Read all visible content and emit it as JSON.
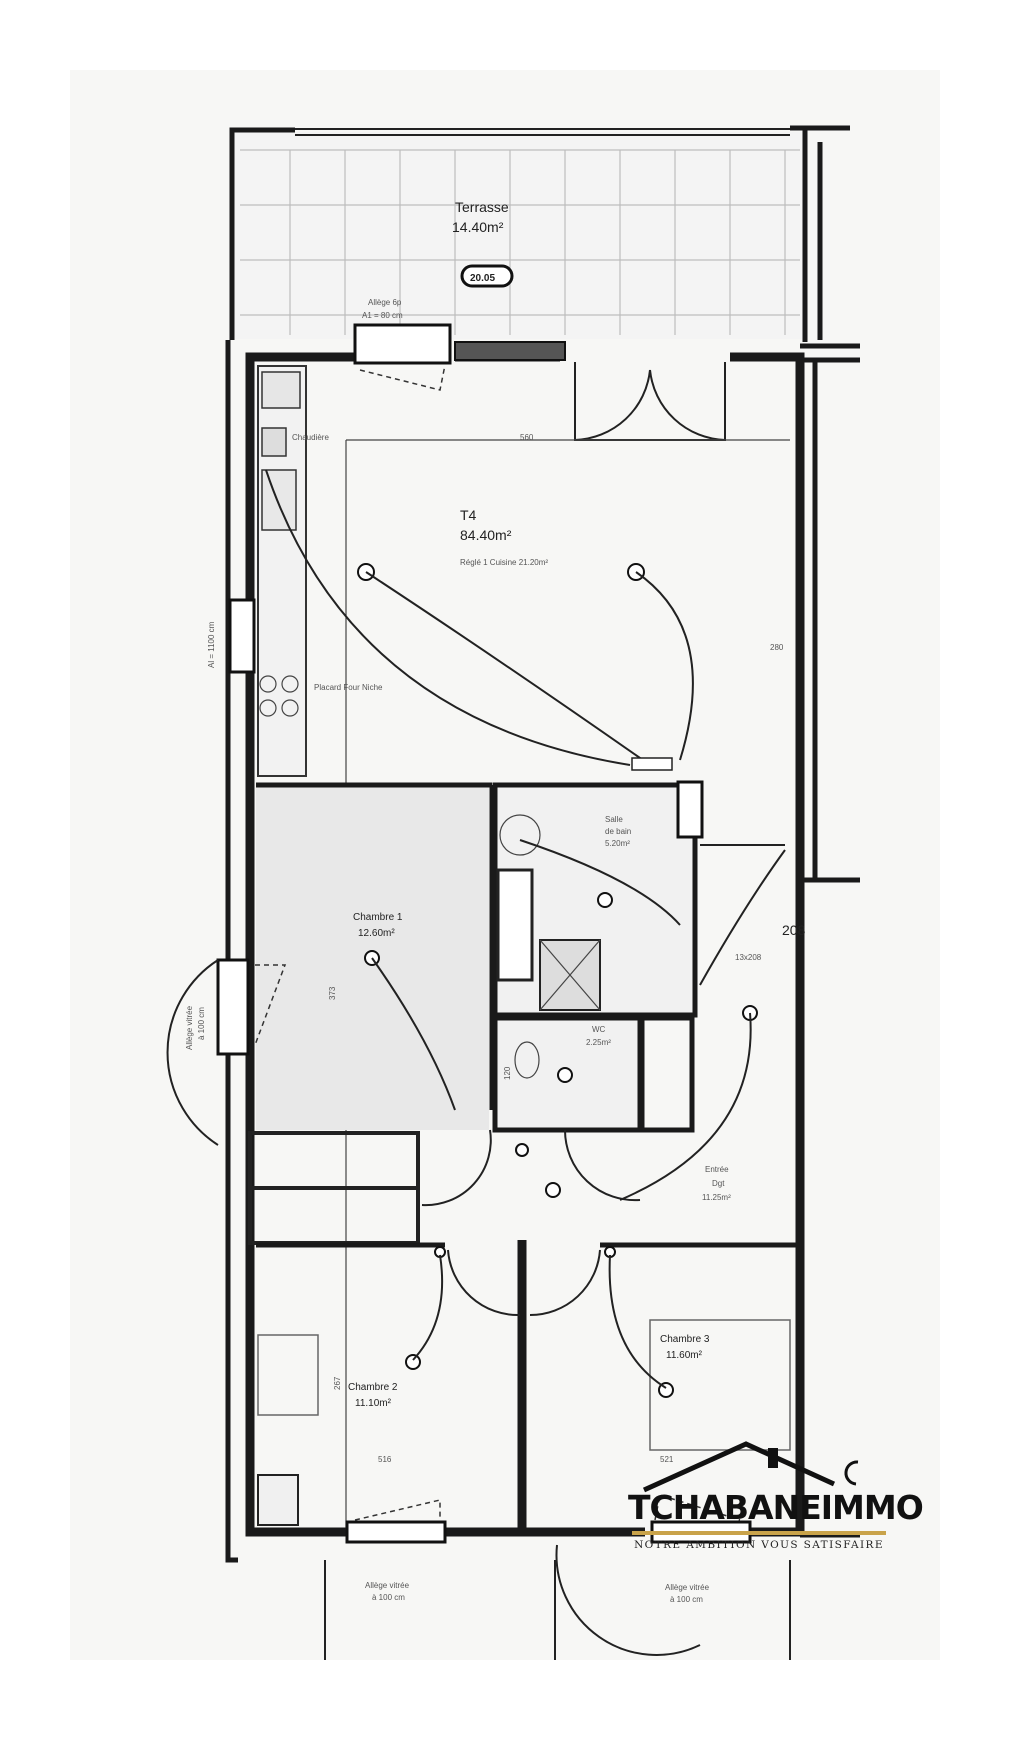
{
  "plan": {
    "terrace": {
      "name": "Terrasse",
      "area": "14.40m²",
      "tag": "20.05",
      "opening": "Allège 6p",
      "opening_dim": "A1 = 80 cm"
    },
    "unit": {
      "name": "T4",
      "area": "84.40m²",
      "note": "Réglé 1 Cuisine 21.20m²"
    },
    "kitchen": {
      "label": "Chaudière",
      "label2": "Placard Four Niche"
    },
    "bath": {
      "name": "Salle",
      "area": "5.20m²",
      "note": "de bain"
    },
    "bedroom1": {
      "name": "Chambre 1",
      "area": "12.60m²"
    },
    "wc": {
      "name": "WC",
      "area": "2.25m²"
    },
    "entry": {
      "name": "Entrée",
      "line2": "Dgt",
      "area": "11.25m²"
    },
    "bedroom2": {
      "name": "Chambre 2",
      "area": "11.10m²"
    },
    "bedroom3": {
      "name": "Chambre 3",
      "area": "11.60m²"
    },
    "side_label": "208",
    "side_label2": "13x208",
    "window_bottom_left": {
      "line1": "Allège vitrée",
      "line2": "à 100 cm"
    },
    "window_bottom_right": {
      "line1": "Allège vitrée",
      "line2": "à 100 cm"
    },
    "window_left_mid": {
      "line1": "Allège vitrée",
      "line2": "à 100 cm"
    },
    "window_left_top": {
      "line1": "Al = 1100 cm"
    },
    "dims": {
      "d1": "560",
      "d2": "516",
      "d3": "521",
      "d4": "373",
      "d5": "280",
      "d6": "267",
      "d7": "120"
    }
  },
  "brand": {
    "name": "TCHABANEIMMO",
    "tagline": "NOTRE AMBITION VOUS SATISFAIRE",
    "accent": "#c9a34a"
  }
}
